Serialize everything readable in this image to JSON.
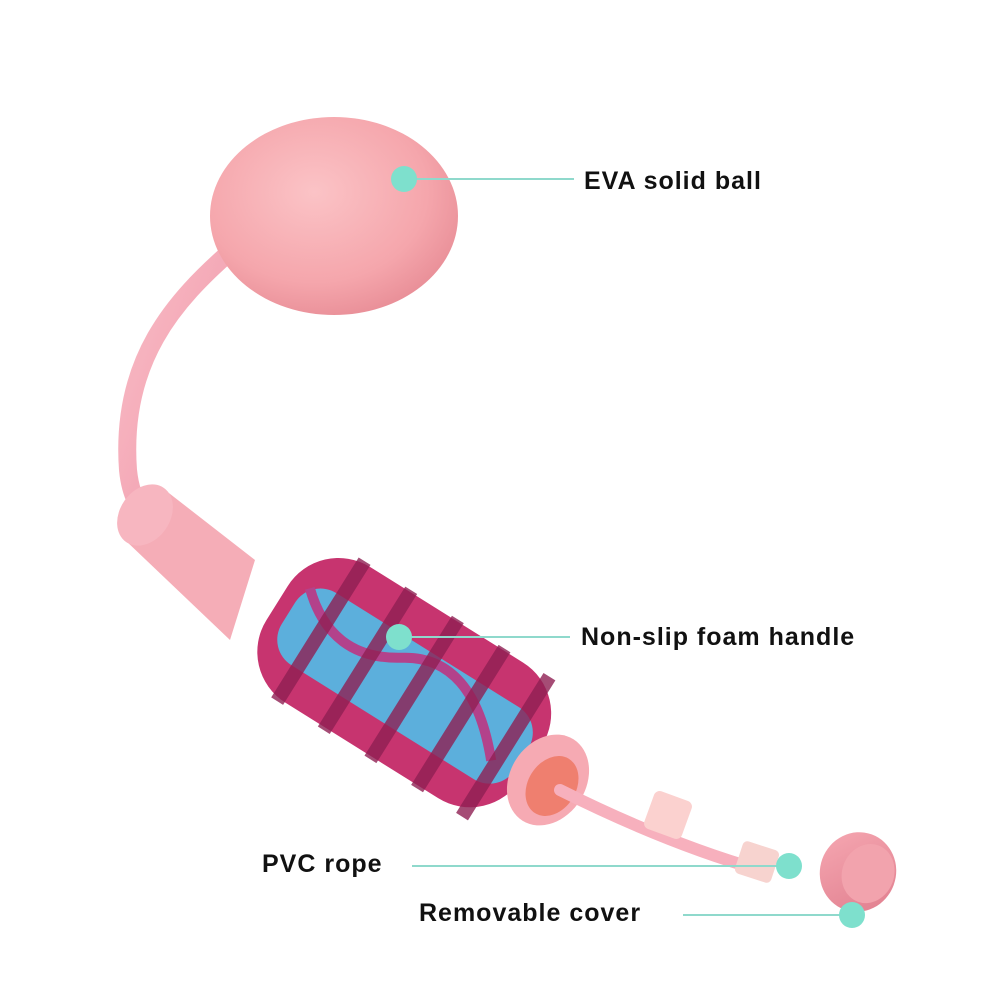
{
  "callouts": {
    "ball": "EVA solid ball",
    "handle": "Non-slip foam handle",
    "rope": "PVC rope",
    "cover": "Removable cover"
  },
  "colors": {
    "ball": "#f7a9ae",
    "rope": "#f6a7b6",
    "handle_pink": "#c5336e",
    "handle_blue": "#5aaedc",
    "cap": "#f4b8c0",
    "marker": "#7ee0cd",
    "marker_line": "#8fd9cc"
  }
}
